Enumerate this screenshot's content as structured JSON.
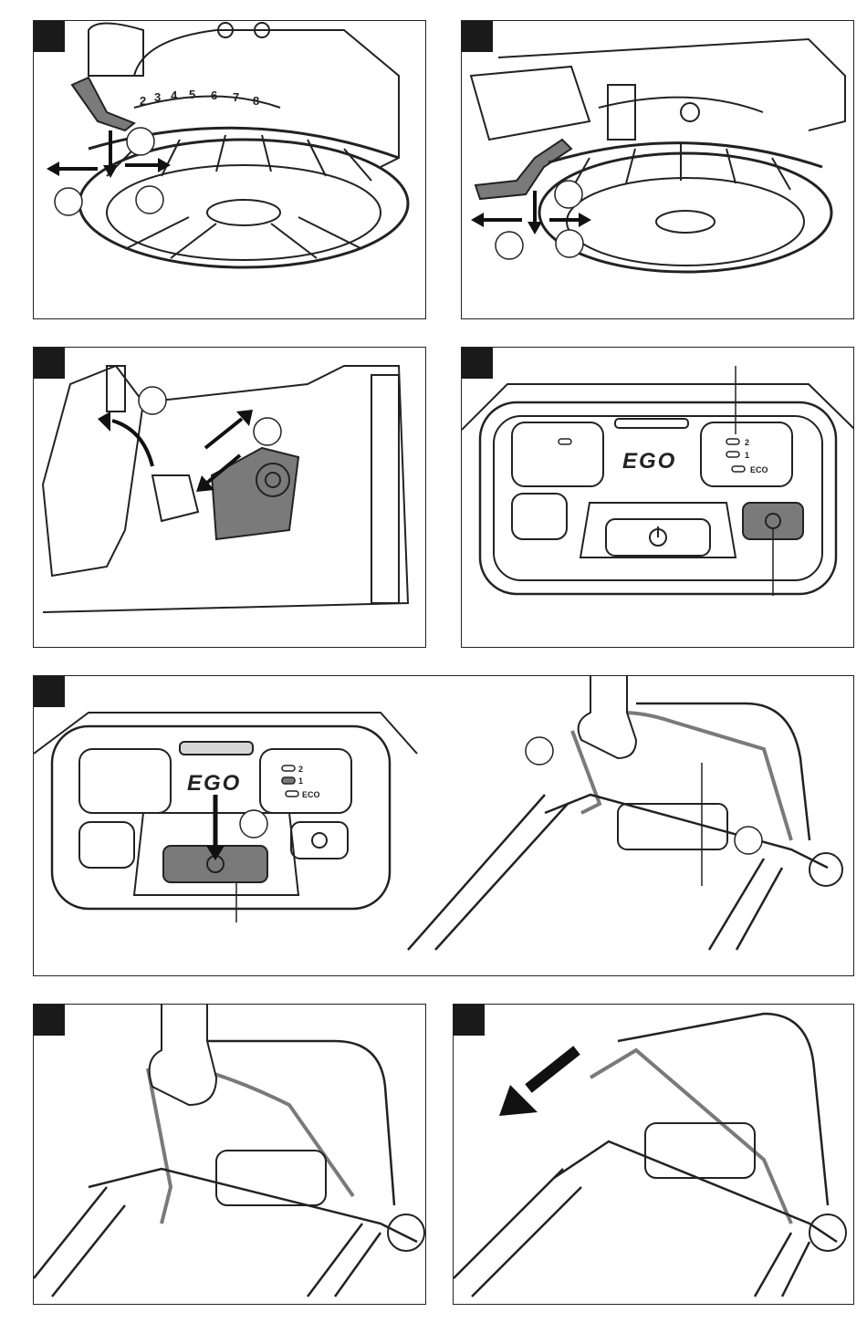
{
  "dial_numbers": [
    "2",
    "3",
    "4",
    "5",
    "6",
    "7",
    "8"
  ],
  "control_panel": {
    "logo": "EGO",
    "speed_levels": [
      "2",
      "1",
      "ECO"
    ]
  },
  "colors": {
    "ink": "#1a1a1a",
    "shade": "#7a7a7a",
    "highlight": "#d6d6d6"
  }
}
